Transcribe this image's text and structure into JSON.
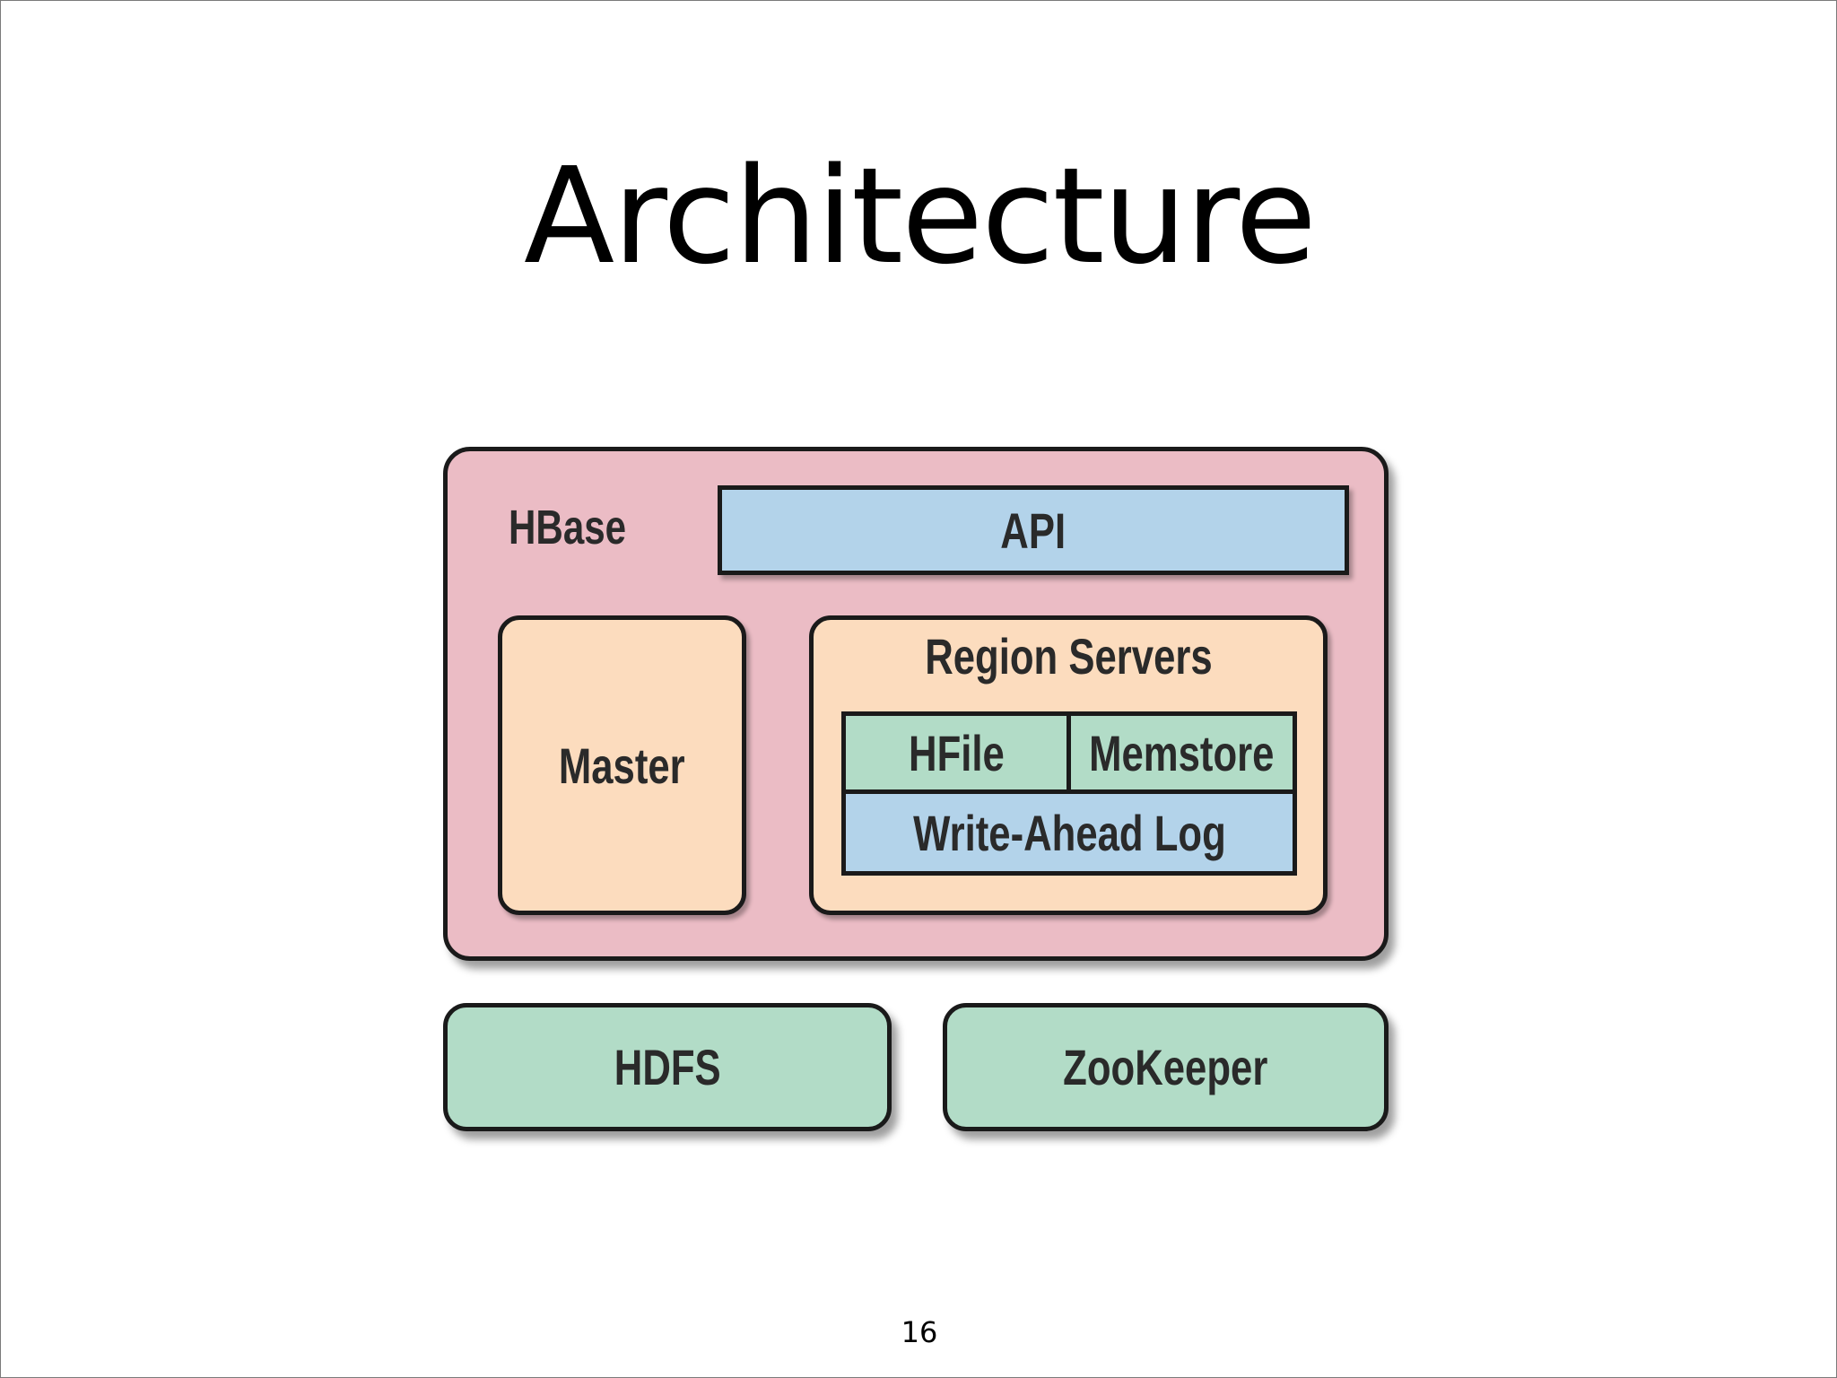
{
  "slide": {
    "title": "Architecture",
    "page_number": "16"
  },
  "diagram": {
    "hbase": {
      "label": "HBase",
      "color": "#ebbcc5"
    },
    "api": {
      "label": "API",
      "color": "#b3d3ea"
    },
    "master": {
      "label": "Master",
      "color": "#fcdcbe"
    },
    "region_servers": {
      "label": "Region Servers",
      "color": "#fcdcbe",
      "hfile": {
        "label": "HFile",
        "color": "#b2dcc7"
      },
      "memstore": {
        "label": "Memstore",
        "color": "#b2dcc7"
      },
      "wal": {
        "label": "Write-Ahead Log",
        "color": "#b3d3ea"
      }
    },
    "hdfs": {
      "label": "HDFS",
      "color": "#b2dcc7"
    },
    "zookeeper": {
      "label": "ZooKeeper",
      "color": "#b2dcc7"
    }
  }
}
